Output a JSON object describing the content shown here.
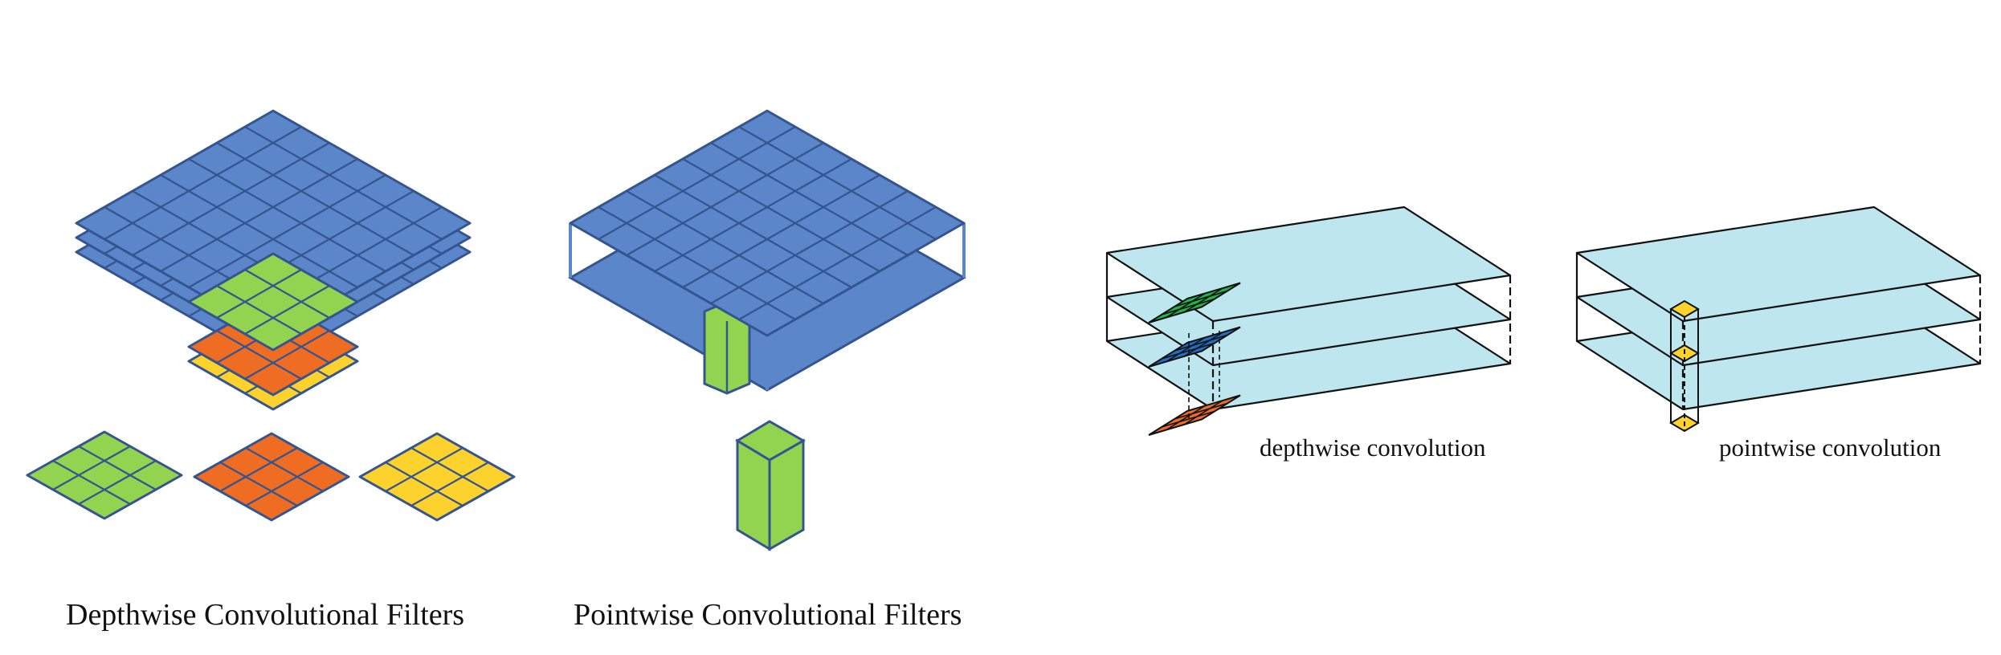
{
  "captions": {
    "depthwise_filters": "Depthwise Convolutional Filters",
    "pointwise_filters": "Pointwise Convolutional Filters",
    "depthwise_conv": "depthwise convolution",
    "pointwise_conv": "pointwise convolution"
  },
  "colors": {
    "blue": "#5b86c9",
    "grid_line": "#34558f",
    "green": "#92d44f",
    "orange": "#ef6d22",
    "yellow": "#fdd22c",
    "light_cyan": "#bde6ee",
    "bright_green": "#20b34a",
    "dark_blue": "#1f6fc6",
    "edge_dark": "#111111"
  }
}
